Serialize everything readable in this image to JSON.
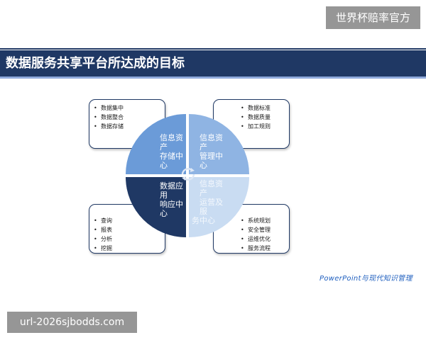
{
  "watermark_top": "世界杯赔率官方",
  "watermark_bottom": "url-2026sjbodds.com",
  "title": "数据服务共享平台所达成的目标",
  "quadrants": {
    "top_left": {
      "label": "信息资产存储中心",
      "line1": "信息资产",
      "line2": "存储中心",
      "color": "#6b9bd8"
    },
    "top_right": {
      "label": "信息资产管理中心",
      "line1": "信息资产",
      "line2": "管理中心",
      "color": "#8fb4e3"
    },
    "bottom_left": {
      "label": "数据应用响应中心",
      "line1": "数据应用",
      "line2": "响应中心",
      "color": "#1f3864"
    },
    "bottom_right": {
      "label": "信息资产运营及服务中心",
      "line1": "信息资产",
      "line2": "运营及服",
      "line3": "务中心",
      "color": "#c9dcf2"
    }
  },
  "boxes": {
    "top_left": [
      "数据集中",
      "数据整合",
      "数据存储"
    ],
    "top_right": [
      "数据标准",
      "数据质量",
      "加工规则"
    ],
    "bottom_left": [
      "查询",
      "报表",
      "分析",
      "挖掘"
    ],
    "bottom_right": [
      "系统规划",
      "安全管理",
      "运维优化",
      "服务流程"
    ]
  },
  "logo_text": "PowerPoint与现代知识管理",
  "colors": {
    "title_bar": "#1f3864",
    "accent": "#8faadc"
  }
}
